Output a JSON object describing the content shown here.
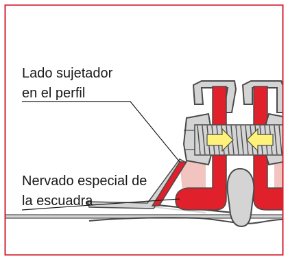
{
  "labels": {
    "fastener_side": [
      "Lado sujetador",
      "en el perfil"
    ],
    "special_rib": [
      "Nervado especial de",
      "la escuadra"
    ]
  },
  "colors": {
    "frame": "#d6202e",
    "bracket": "#e0202a",
    "pink_rib": "#f2c4c0",
    "steel": "#d4d4d4",
    "dark_steel": "#4a4a4a",
    "arrow": "#fff27a"
  },
  "icons": [
    "double-arrow-icon"
  ]
}
